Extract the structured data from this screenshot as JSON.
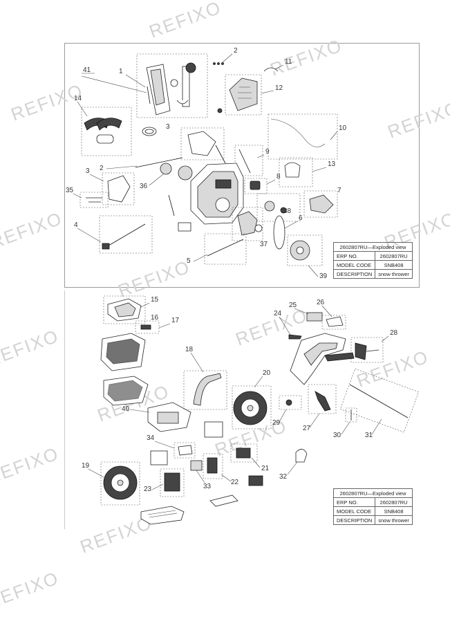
{
  "watermark": "REFIXO",
  "title_block": {
    "heading": "2602807RU—Exploded view",
    "rows": [
      {
        "label": "ERP NO.",
        "value": "2602807RU"
      },
      {
        "label": "MODEL CODE",
        "value": "SNB408"
      },
      {
        "label": "DESCRIPTION",
        "value": "snow thrower"
      }
    ]
  },
  "callouts_top": [
    "41",
    "1",
    "2",
    "11",
    "12",
    "14",
    "3",
    "10",
    "2",
    "9",
    "13",
    "3",
    "36",
    "8",
    "35",
    "7",
    "4",
    "38",
    "6",
    "37",
    "5",
    "39"
  ],
  "callouts_bottom": [
    "15",
    "16",
    "17",
    "24",
    "25",
    "26",
    "28",
    "18",
    "20",
    "40",
    "29",
    "27",
    "30",
    "31",
    "34",
    "21",
    "32",
    "19",
    "23",
    "33",
    "22"
  ]
}
